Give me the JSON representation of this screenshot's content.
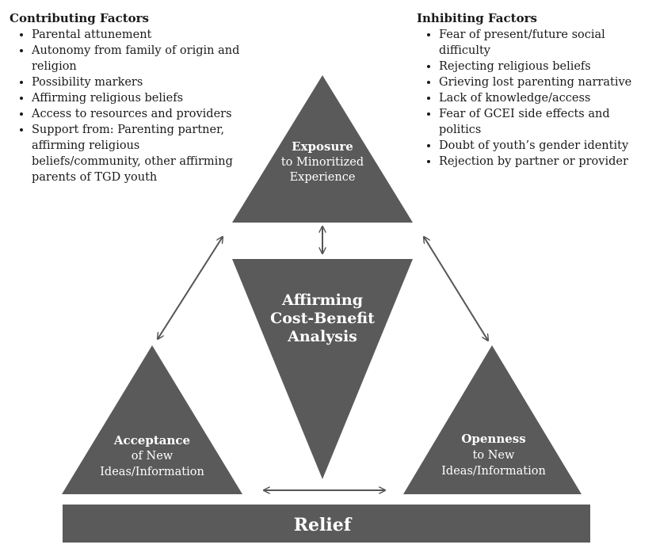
{
  "contributing": {
    "title": "Contributing Factors",
    "items": [
      "Parental attunement",
      "Autonomy from family of origin and religion",
      "Possibility markers",
      "Affirming religious beliefs",
      "Access to resources and providers",
      "Support from: Parenting partner, affirming religious beliefs/community, other affirming parents of TGD youth"
    ]
  },
  "inhibiting": {
    "title": "Inhibiting Factors",
    "items": [
      "Fear of present/future social difficulty",
      "Rejecting religious beliefs",
      "Grieving lost parenting narrative",
      "Lack of knowledge/access",
      "Fear of GCEI side effects and politics",
      "Doubt of youth’s gender identity",
      "Rejection by partner or provider"
    ]
  },
  "exposure": {
    "title": "Exposure",
    "line1": "to Minoritized",
    "line2": "Experience"
  },
  "center": {
    "line1": "Affirming",
    "line2": "Cost-Benefit",
    "line3": "Analysis"
  },
  "acceptance": {
    "title": "Acceptance",
    "line1": "of New",
    "line2": "Ideas/Information"
  },
  "openness": {
    "title": "Openness",
    "line1": "to New",
    "line2": "Ideas/Information"
  },
  "relief": {
    "label": "Relief"
  },
  "colors": {
    "shape": "#5a5a5a",
    "arrow": "#555555",
    "text": "#ffffff"
  }
}
